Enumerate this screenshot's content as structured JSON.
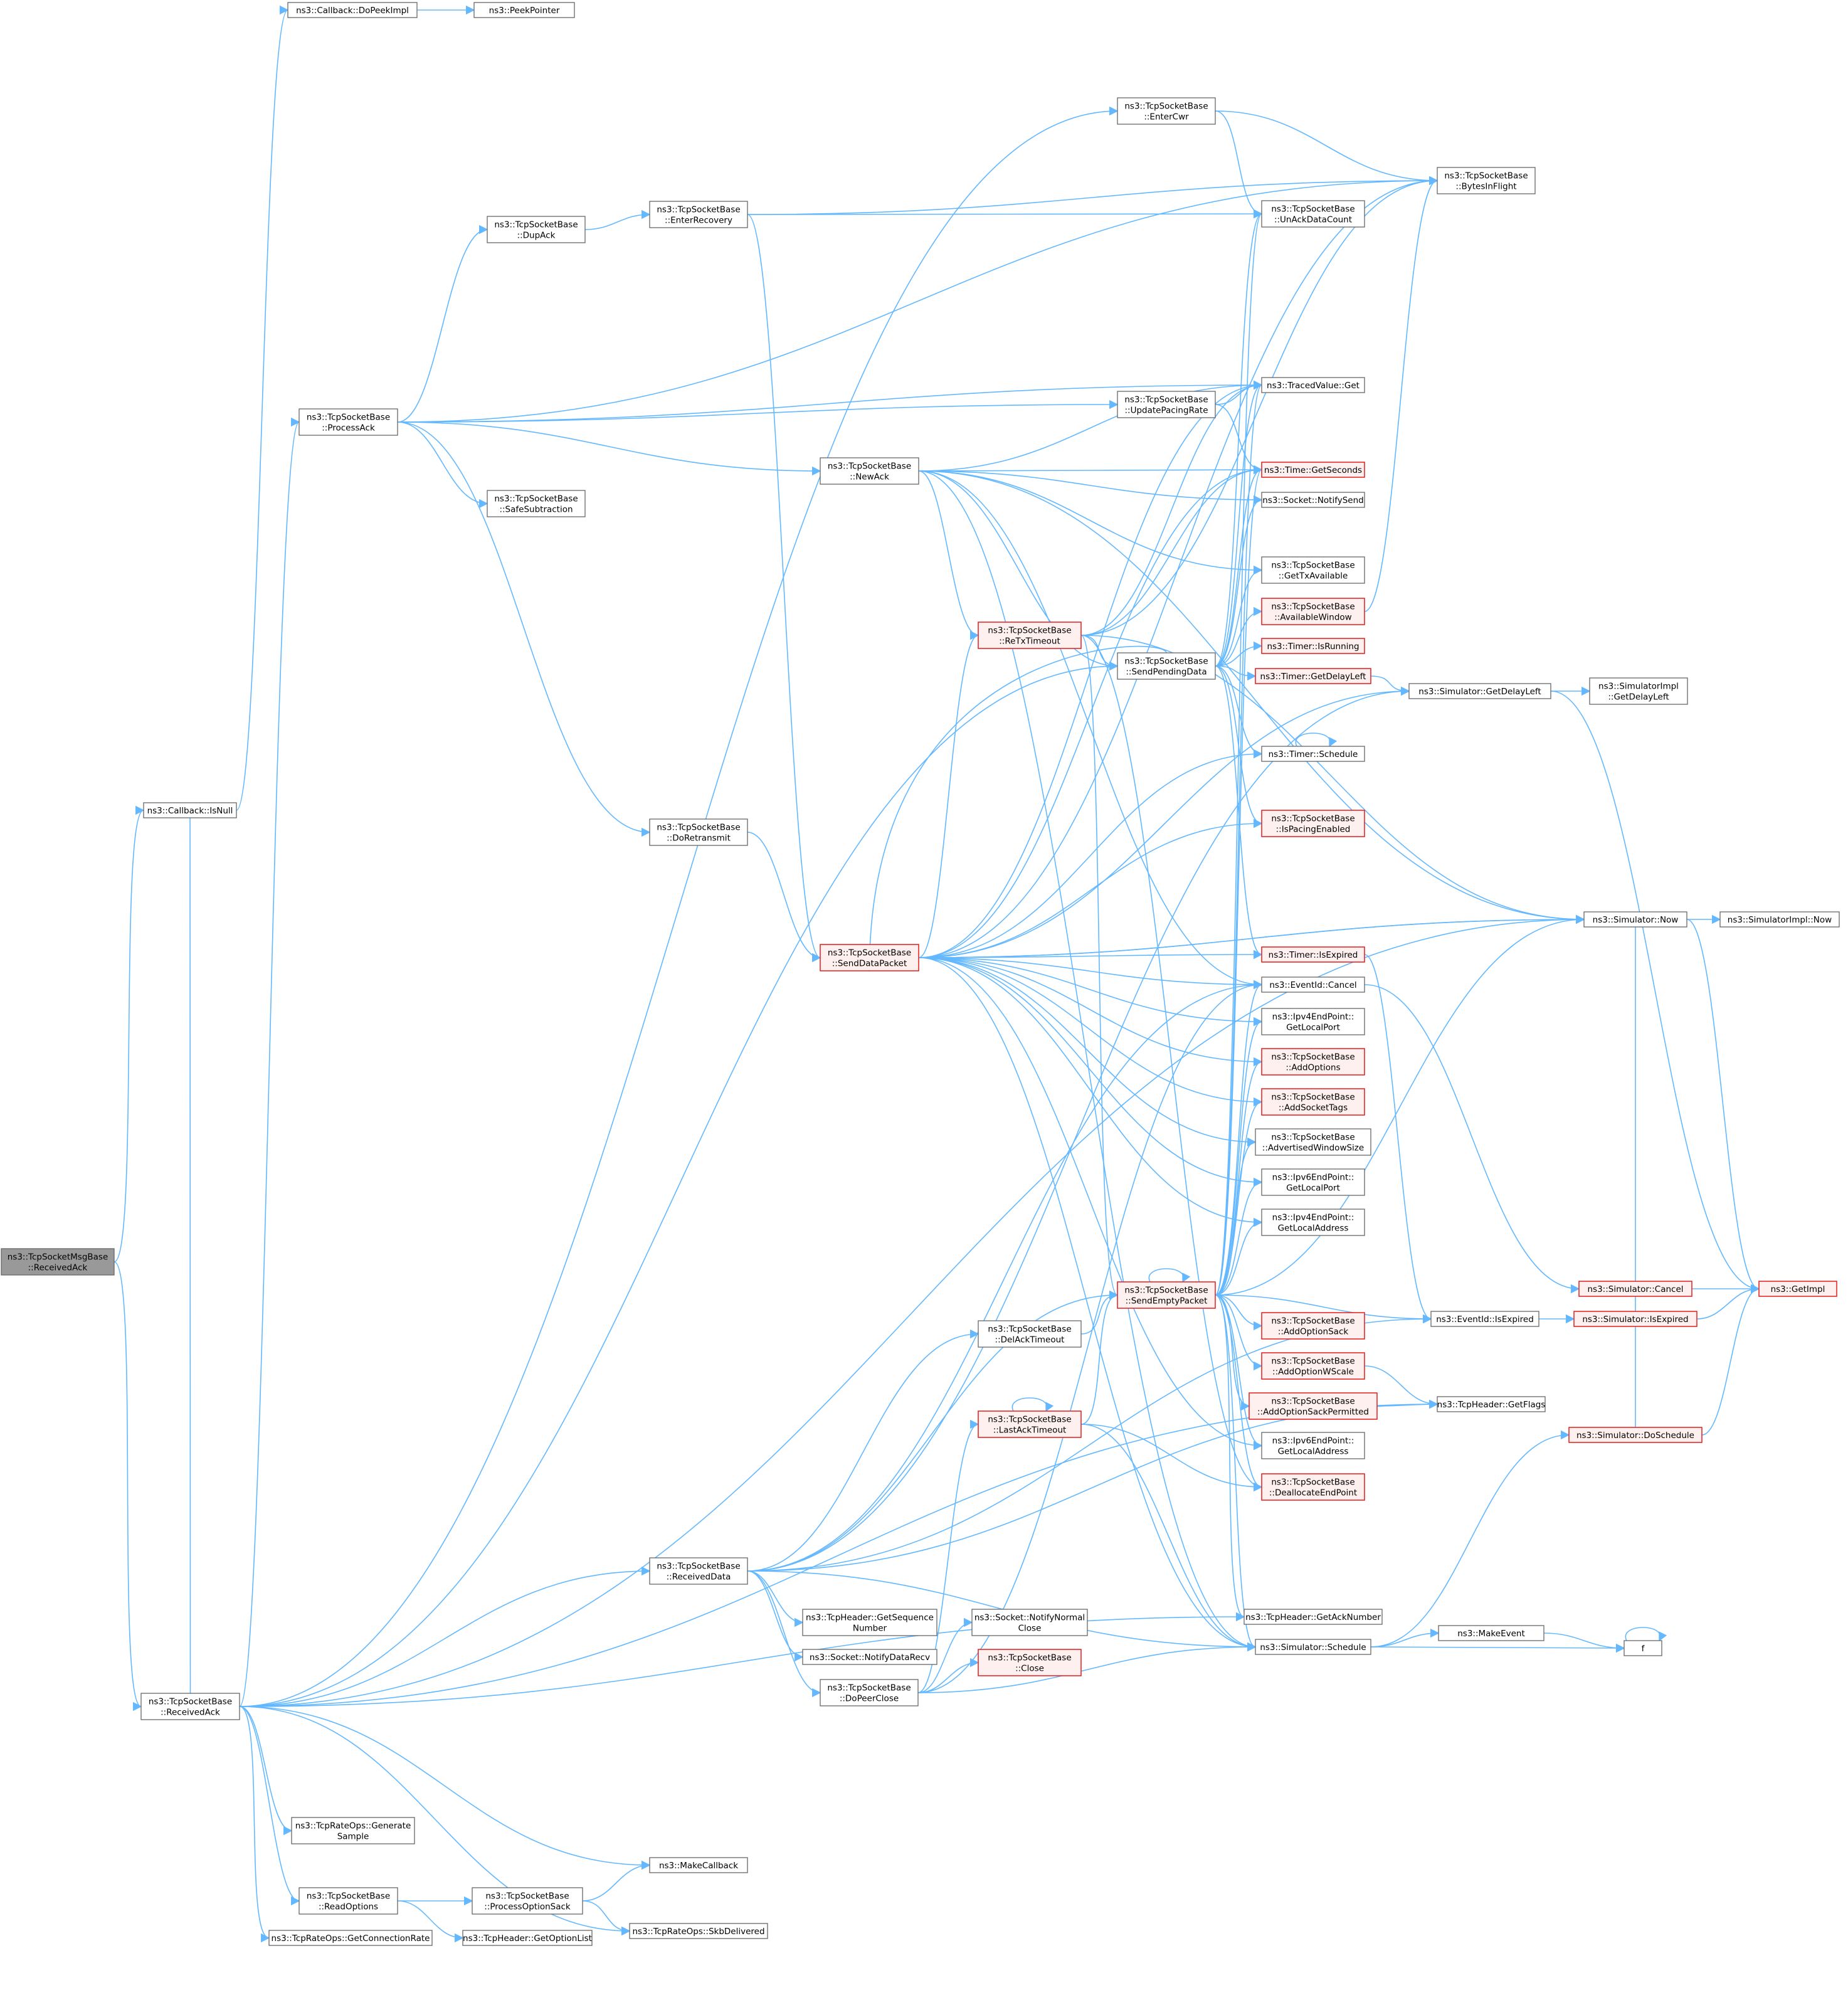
{
  "diagram": {
    "edge_color": "#63b8ff",
    "node_border_color": "#666666",
    "highlight_border_color": "#e31b1b",
    "root_fill_color": "#999999",
    "nodes": [
      {
        "id": "root",
        "lines": [
          "ns3::TcpSocketMsgBase",
          "::ReceivedAck"
        ],
        "kind": "root"
      },
      {
        "id": "cbIsNull",
        "lines": [
          "ns3::Callback::IsNull"
        ],
        "kind": "normal"
      },
      {
        "id": "cbDoPeek",
        "lines": [
          "ns3::Callback::DoPeekImpl"
        ],
        "kind": "normal"
      },
      {
        "id": "peekPtr",
        "lines": [
          "ns3::PeekPointer"
        ],
        "kind": "normal"
      },
      {
        "id": "recvAck",
        "lines": [
          "ns3::TcpSocketBase",
          "::ReceivedAck"
        ],
        "kind": "normal"
      },
      {
        "id": "processAck",
        "lines": [
          "ns3::TcpSocketBase",
          "::ProcessAck"
        ],
        "kind": "normal"
      },
      {
        "id": "dupAck",
        "lines": [
          "ns3::TcpSocketBase",
          "::DupAck"
        ],
        "kind": "normal"
      },
      {
        "id": "safeSub",
        "lines": [
          "ns3::TcpSocketBase",
          "::SafeSubtraction"
        ],
        "kind": "normal"
      },
      {
        "id": "enterRecovery",
        "lines": [
          "ns3::TcpSocketBase",
          "::EnterRecovery"
        ],
        "kind": "normal"
      },
      {
        "id": "doRetransmit",
        "lines": [
          "ns3::TcpSocketBase",
          "::DoRetransmit"
        ],
        "kind": "normal"
      },
      {
        "id": "sendDataPacket",
        "lines": [
          "ns3::TcpSocketBase",
          "::SendDataPacket"
        ],
        "kind": "red"
      },
      {
        "id": "receivedData",
        "lines": [
          "ns3::TcpSocketBase",
          "::ReceivedData"
        ],
        "kind": "normal"
      },
      {
        "id": "getSeq",
        "lines": [
          "ns3::TcpHeader::GetSequence",
          "Number"
        ],
        "kind": "normal"
      },
      {
        "id": "notifyDataRecv",
        "lines": [
          "ns3::Socket::NotifyDataRecv"
        ],
        "kind": "normal"
      },
      {
        "id": "doPeerClose",
        "lines": [
          "ns3::TcpSocketBase",
          "::DoPeerClose"
        ],
        "kind": "normal"
      },
      {
        "id": "notifyNormalClose",
        "lines": [
          "ns3::Socket::NotifyNormal",
          "Close"
        ],
        "kind": "normal"
      },
      {
        "id": "close",
        "lines": [
          "ns3::TcpSocketBase",
          "::Close"
        ],
        "kind": "red"
      },
      {
        "id": "delAckTimeout",
        "lines": [
          "ns3::TcpSocketBase",
          "::DelAckTimeout"
        ],
        "kind": "normal"
      },
      {
        "id": "lastAckTimeout",
        "lines": [
          "ns3::TcpSocketBase",
          "::LastAckTimeout"
        ],
        "kind": "red"
      },
      {
        "id": "genSample",
        "lines": [
          "ns3::TcpRateOps::Generate",
          "Sample"
        ],
        "kind": "normal"
      },
      {
        "id": "makeCallback",
        "lines": [
          "ns3::MakeCallback"
        ],
        "kind": "normal"
      },
      {
        "id": "readOptions",
        "lines": [
          "ns3::TcpSocketBase",
          "::ReadOptions"
        ],
        "kind": "normal"
      },
      {
        "id": "processOptSack",
        "lines": [
          "ns3::TcpSocketBase",
          "::ProcessOptionSack"
        ],
        "kind": "normal"
      },
      {
        "id": "getOptList",
        "lines": [
          "ns3::TcpHeader::GetOptionList"
        ],
        "kind": "normal"
      },
      {
        "id": "getConnRate",
        "lines": [
          "ns3::TcpRateOps::GetConnectionRate"
        ],
        "kind": "normal"
      },
      {
        "id": "skbDelivered",
        "lines": [
          "ns3::TcpRateOps::SkbDelivered"
        ],
        "kind": "normal"
      },
      {
        "id": "enterCwr",
        "lines": [
          "ns3::TcpSocketBase",
          "::EnterCwr"
        ],
        "kind": "normal"
      },
      {
        "id": "updatePacing",
        "lines": [
          "ns3::TcpSocketBase",
          "::UpdatePacingRate"
        ],
        "kind": "normal"
      },
      {
        "id": "newAck",
        "lines": [
          "ns3::TcpSocketBase",
          "::NewAck"
        ],
        "kind": "normal"
      },
      {
        "id": "reTxTimeout",
        "lines": [
          "ns3::TcpSocketBase",
          "::ReTxTimeout"
        ],
        "kind": "red"
      },
      {
        "id": "sendPending",
        "lines": [
          "ns3::TcpSocketBase",
          "::SendPendingData"
        ],
        "kind": "normal"
      },
      {
        "id": "sendEmpty",
        "lines": [
          "ns3::TcpSocketBase",
          "::SendEmptyPacket"
        ],
        "kind": "red"
      },
      {
        "id": "bytesInFlight",
        "lines": [
          "ns3::TcpSocketBase",
          "::BytesInFlight"
        ],
        "kind": "normal"
      },
      {
        "id": "unAckData",
        "lines": [
          "ns3::TcpSocketBase",
          "::UnAckDataCount"
        ],
        "kind": "normal"
      },
      {
        "id": "tracedGet",
        "lines": [
          "ns3::TracedValue::Get"
        ],
        "kind": "normal"
      },
      {
        "id": "getSeconds",
        "lines": [
          "ns3::Time::GetSeconds"
        ],
        "kind": "red"
      },
      {
        "id": "notifySend",
        "lines": [
          "ns3::Socket::NotifySend"
        ],
        "kind": "normal"
      },
      {
        "id": "getTxAvail",
        "lines": [
          "ns3::TcpSocketBase",
          "::GetTxAvailable"
        ],
        "kind": "normal"
      },
      {
        "id": "availWindow",
        "lines": [
          "ns3::TcpSocketBase",
          "::AvailableWindow"
        ],
        "kind": "red"
      },
      {
        "id": "timerIsRunning",
        "lines": [
          "ns3::Timer::IsRunning"
        ],
        "kind": "red"
      },
      {
        "id": "timerDelayLeft",
        "lines": [
          "ns3::Timer::GetDelayLeft"
        ],
        "kind": "red"
      },
      {
        "id": "timerSchedule",
        "lines": [
          "ns3::Timer::Schedule"
        ],
        "kind": "normal"
      },
      {
        "id": "isPacing",
        "lines": [
          "ns3::TcpSocketBase",
          "::IsPacingEnabled"
        ],
        "kind": "red"
      },
      {
        "id": "timerIsExpired",
        "lines": [
          "ns3::Timer::IsExpired"
        ],
        "kind": "red"
      },
      {
        "id": "eventCancel",
        "lines": [
          "ns3::EventId::Cancel"
        ],
        "kind": "normal"
      },
      {
        "id": "ipv4LocalPort",
        "lines": [
          "ns3::Ipv4EndPoint::",
          "GetLocalPort"
        ],
        "kind": "normal"
      },
      {
        "id": "addOptions",
        "lines": [
          "ns3::TcpSocketBase",
          "::AddOptions"
        ],
        "kind": "red"
      },
      {
        "id": "addSocketTags",
        "lines": [
          "ns3::TcpSocketBase",
          "::AddSocketTags"
        ],
        "kind": "red"
      },
      {
        "id": "advWindow",
        "lines": [
          "ns3::TcpSocketBase",
          "::AdvertisedWindowSize"
        ],
        "kind": "normal"
      },
      {
        "id": "ipv6LocalPort",
        "lines": [
          "ns3::Ipv6EndPoint::",
          "GetLocalPort"
        ],
        "kind": "normal"
      },
      {
        "id": "ipv4LocalAddr",
        "lines": [
          "ns3::Ipv4EndPoint::",
          "GetLocalAddress"
        ],
        "kind": "normal"
      },
      {
        "id": "addOptSack",
        "lines": [
          "ns3::TcpSocketBase",
          "::AddOptionSack"
        ],
        "kind": "red"
      },
      {
        "id": "addOptWScale",
        "lines": [
          "ns3::TcpSocketBase",
          "::AddOptionWScale"
        ],
        "kind": "red"
      },
      {
        "id": "addOptSackPerm",
        "lines": [
          "ns3::TcpSocketBase",
          "::AddOptionSackPermitted"
        ],
        "kind": "red"
      },
      {
        "id": "ipv6LocalAddr",
        "lines": [
          "ns3::Ipv6EndPoint::",
          "GetLocalAddress"
        ],
        "kind": "normal"
      },
      {
        "id": "deallocEP",
        "lines": [
          "ns3::TcpSocketBase",
          "::DeallocateEndPoint"
        ],
        "kind": "red"
      },
      {
        "id": "getAckNum",
        "lines": [
          "ns3::TcpHeader::GetAckNumber"
        ],
        "kind": "normal"
      },
      {
        "id": "simSchedule",
        "lines": [
          "ns3::Simulator::Schedule"
        ],
        "kind": "normal"
      },
      {
        "id": "simDelayLeft",
        "lines": [
          "ns3::Simulator::GetDelayLeft"
        ],
        "kind": "normal"
      },
      {
        "id": "simImplDelayLeft",
        "lines": [
          "ns3::SimulatorImpl",
          "::GetDelayLeft"
        ],
        "kind": "normal"
      },
      {
        "id": "simNow",
        "lines": [
          "ns3::Simulator::Now"
        ],
        "kind": "normal"
      },
      {
        "id": "simImplNow",
        "lines": [
          "ns3::SimulatorImpl::Now"
        ],
        "kind": "normal"
      },
      {
        "id": "eventIsExpired",
        "lines": [
          "ns3::EventId::IsExpired"
        ],
        "kind": "normal"
      },
      {
        "id": "simCancel",
        "lines": [
          "ns3::Simulator::Cancel"
        ],
        "kind": "red"
      },
      {
        "id": "simIsExpired",
        "lines": [
          "ns3::Simulator::IsExpired"
        ],
        "kind": "red"
      },
      {
        "id": "getImpl",
        "lines": [
          "ns3::GetImpl"
        ],
        "kind": "red"
      },
      {
        "id": "getFlags",
        "lines": [
          "ns3::TcpHeader::GetFlags"
        ],
        "kind": "normal"
      },
      {
        "id": "simDoSchedule",
        "lines": [
          "ns3::Simulator::DoSchedule"
        ],
        "kind": "red"
      },
      {
        "id": "makeEvent",
        "lines": [
          "ns3::MakeEvent"
        ],
        "kind": "normal"
      },
      {
        "id": "f",
        "lines": [
          "f"
        ],
        "kind": "normal"
      }
    ],
    "edges": [
      [
        "root",
        "cbIsNull"
      ],
      [
        "root",
        "recvAck"
      ],
      [
        "cbIsNull",
        "cbDoPeek"
      ],
      [
        "cbDoPeek",
        "peekPtr"
      ],
      [
        "recvAck",
        "cbIsNull"
      ],
      [
        "recvAck",
        "processAck"
      ],
      [
        "recvAck",
        "receivedData"
      ],
      [
        "recvAck",
        "genSample"
      ],
      [
        "recvAck",
        "makeCallback"
      ],
      [
        "recvAck",
        "readOptions"
      ],
      [
        "recvAck",
        "getConnRate"
      ],
      [
        "recvAck",
        "skbDelivered"
      ],
      [
        "recvAck",
        "enterCwr"
      ],
      [
        "recvAck",
        "sendPending"
      ],
      [
        "recvAck",
        "simNow"
      ],
      [
        "recvAck",
        "getAckNum"
      ],
      [
        "recvAck",
        "getFlags"
      ],
      [
        "processAck",
        "dupAck"
      ],
      [
        "processAck",
        "safeSub"
      ],
      [
        "processAck",
        "doRetransmit"
      ],
      [
        "processAck",
        "newAck"
      ],
      [
        "processAck",
        "updatePacing"
      ],
      [
        "processAck",
        "tracedGet"
      ],
      [
        "processAck",
        "bytesInFlight"
      ],
      [
        "dupAck",
        "enterRecovery"
      ],
      [
        "enterRecovery",
        "sendDataPacket"
      ],
      [
        "enterRecovery",
        "bytesInFlight"
      ],
      [
        "enterRecovery",
        "unAckData"
      ],
      [
        "doRetransmit",
        "sendDataPacket"
      ],
      [
        "enterCwr",
        "bytesInFlight"
      ],
      [
        "enterCwr",
        "unAckData"
      ],
      [
        "updatePacing",
        "tracedGet"
      ],
      [
        "updatePacing",
        "getSeconds"
      ],
      [
        "newAck",
        "reTxTimeout"
      ],
      [
        "newAck",
        "sendPending"
      ],
      [
        "newAck",
        "eventCancel"
      ],
      [
        "newAck",
        "simSchedule"
      ],
      [
        "newAck",
        "getSeconds"
      ],
      [
        "newAck",
        "notifySend"
      ],
      [
        "newAck",
        "getTxAvail"
      ],
      [
        "newAck",
        "tracedGet"
      ],
      [
        "newAck",
        "simNow"
      ],
      [
        "reTxTimeout",
        "sendPending"
      ],
      [
        "reTxTimeout",
        "sendEmpty"
      ],
      [
        "reTxTimeout",
        "tracedGet"
      ],
      [
        "reTxTimeout",
        "getSeconds"
      ],
      [
        "reTxTimeout",
        "bytesInFlight"
      ],
      [
        "reTxTimeout",
        "deallocEP"
      ],
      [
        "reTxTimeout",
        "simNow"
      ],
      [
        "sendPending",
        "tracedGet"
      ],
      [
        "sendPending",
        "getSeconds"
      ],
      [
        "sendPending",
        "notifySend"
      ],
      [
        "sendPending",
        "getTxAvail"
      ],
      [
        "sendPending",
        "availWindow"
      ],
      [
        "sendPending",
        "timerIsRunning"
      ],
      [
        "sendPending",
        "timerDelayLeft"
      ],
      [
        "sendPending",
        "timerSchedule"
      ],
      [
        "sendPending",
        "isPacing"
      ],
      [
        "sendPending",
        "timerIsExpired"
      ],
      [
        "sendPending",
        "unAckData"
      ],
      [
        "sendPending",
        "sendDataPacket"
      ],
      [
        "sendDataPacket",
        "reTxTimeout"
      ],
      [
        "sendDataPacket",
        "tracedGet"
      ],
      [
        "sendDataPacket",
        "getSeconds"
      ],
      [
        "sendDataPacket",
        "timerSchedule"
      ],
      [
        "sendDataPacket",
        "isPacing"
      ],
      [
        "sendDataPacket",
        "simNow"
      ],
      [
        "sendDataPacket",
        "timerIsExpired"
      ],
      [
        "sendDataPacket",
        "eventCancel"
      ],
      [
        "sendDataPacket",
        "ipv4LocalPort"
      ],
      [
        "sendDataPacket",
        "addOptions"
      ],
      [
        "sendDataPacket",
        "addSocketTags"
      ],
      [
        "sendDataPacket",
        "advWindow"
      ],
      [
        "sendDataPacket",
        "ipv6LocalPort"
      ],
      [
        "sendDataPacket",
        "ipv4LocalAddr"
      ],
      [
        "sendDataPacket",
        "ipv6LocalAddr"
      ],
      [
        "sendDataPacket",
        "simSchedule"
      ],
      [
        "sendDataPacket",
        "bytesInFlight"
      ],
      [
        "sendDataPacket",
        "simDelayLeft"
      ],
      [
        "sendDataPacket",
        "simNow"
      ],
      [
        "receivedData",
        "sendEmpty"
      ],
      [
        "receivedData",
        "delAckTimeout"
      ],
      [
        "receivedData",
        "getSeq"
      ],
      [
        "receivedData",
        "notifyDataRecv"
      ],
      [
        "receivedData",
        "doPeerClose"
      ],
      [
        "receivedData",
        "eventCancel"
      ],
      [
        "receivedData",
        "simSchedule"
      ],
      [
        "receivedData",
        "eventIsExpired"
      ],
      [
        "receivedData",
        "getFlags"
      ],
      [
        "receivedData",
        "simDelayLeft"
      ],
      [
        "delAckTimeout",
        "sendEmpty"
      ],
      [
        "doPeerClose",
        "notifyNormalClose"
      ],
      [
        "doPeerClose",
        "close"
      ],
      [
        "doPeerClose",
        "lastAckTimeout"
      ],
      [
        "doPeerClose",
        "simSchedule"
      ],
      [
        "doPeerClose",
        "eventCancel"
      ],
      [
        "lastAckTimeout",
        "sendEmpty"
      ],
      [
        "lastAckTimeout",
        "deallocEP"
      ],
      [
        "lastAckTimeout",
        "simSchedule"
      ],
      [
        "lastAckTimeout",
        "lastAckTimeout"
      ],
      [
        "readOptions",
        "processOptSack"
      ],
      [
        "readOptions",
        "getOptList"
      ],
      [
        "processOptSack",
        "skbDelivered"
      ],
      [
        "processOptSack",
        "makeCallback"
      ],
      [
        "sendEmpty",
        "sendEmpty"
      ],
      [
        "sendEmpty",
        "tracedGet"
      ],
      [
        "sendEmpty",
        "getSeconds"
      ],
      [
        "sendEmpty",
        "eventCancel"
      ],
      [
        "sendEmpty",
        "ipv4LocalPort"
      ],
      [
        "sendEmpty",
        "addOptions"
      ],
      [
        "sendEmpty",
        "addSocketTags"
      ],
      [
        "sendEmpty",
        "advWindow"
      ],
      [
        "sendEmpty",
        "ipv6LocalPort"
      ],
      [
        "sendEmpty",
        "ipv4LocalAddr"
      ],
      [
        "sendEmpty",
        "addOptSack"
      ],
      [
        "sendEmpty",
        "addOptWScale"
      ],
      [
        "sendEmpty",
        "addOptSackPerm"
      ],
      [
        "sendEmpty",
        "ipv6LocalAddr"
      ],
      [
        "sendEmpty",
        "deallocEP"
      ],
      [
        "sendEmpty",
        "getAckNum"
      ],
      [
        "sendEmpty",
        "simSchedule"
      ],
      [
        "sendEmpty",
        "eventIsExpired"
      ],
      [
        "sendEmpty",
        "simNow"
      ],
      [
        "sendEmpty",
        "unAckData"
      ],
      [
        "timerDelayLeft",
        "simDelayLeft"
      ],
      [
        "timerSchedule",
        "timerSchedule"
      ],
      [
        "timerIsExpired",
        "eventIsExpired"
      ],
      [
        "eventCancel",
        "simCancel"
      ],
      [
        "availWindow",
        "bytesInFlight"
      ],
      [
        "addOptWScale",
        "getFlags"
      ],
      [
        "addOptSackPerm",
        "getFlags"
      ],
      [
        "simDelayLeft",
        "simImplDelayLeft"
      ],
      [
        "simDelayLeft",
        "getImpl"
      ],
      [
        "simNow",
        "simImplNow"
      ],
      [
        "simNow",
        "getImpl"
      ],
      [
        "eventIsExpired",
        "simIsExpired"
      ],
      [
        "simIsExpired",
        "getImpl"
      ],
      [
        "simCancel",
        "getImpl"
      ],
      [
        "simSchedule",
        "makeEvent"
      ],
      [
        "simSchedule",
        "simDoSchedule"
      ],
      [
        "simSchedule",
        "f"
      ],
      [
        "simDoSchedule",
        "getImpl"
      ],
      [
        "simDoSchedule",
        "simNow"
      ],
      [
        "makeEvent",
        "f"
      ],
      [
        "f",
        "f"
      ]
    ]
  }
}
